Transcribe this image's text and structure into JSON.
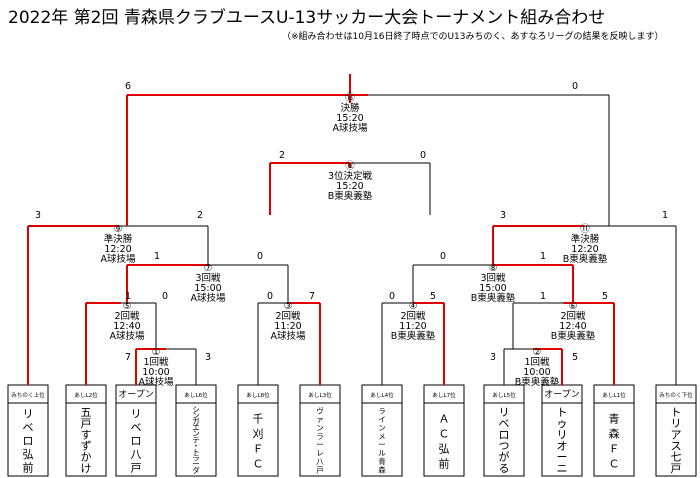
{
  "header": {
    "title": "2022年 第2回 青森県クラブユースU-13サッカー大会トーナメント組み合わせ",
    "note": "（※組み合わせは10月16日終了時点でのU13みちのく、あすなろリーグの結果を反映します）"
  },
  "teams": [
    {
      "seed": "みちのく上位",
      "name": "リベロ弘前"
    },
    {
      "seed": "あしL2位",
      "name": "五戸すずかけ"
    },
    {
      "seed": "オープン",
      "name": "リベロ八戸"
    },
    {
      "seed": "あしL6位",
      "name": "シンガエンテ・トラーダ"
    },
    {
      "seed": "あしL8位",
      "name": "千刈ＦＣ"
    },
    {
      "seed": "あしL3位",
      "name": "ヴァンラーレ八戸"
    },
    {
      "seed": "あしL4位",
      "name": "ラインメール青森"
    },
    {
      "seed": "あしL7位",
      "name": "ＡＣ弘前"
    },
    {
      "seed": "あしL5位",
      "name": "リベロつがる"
    },
    {
      "seed": "オープン",
      "name": "トゥリオーニ"
    },
    {
      "seed": "あしL1位",
      "name": "青森ＦＣ"
    },
    {
      "seed": "みちのく下位",
      "name": "トリアス七戸"
    }
  ],
  "matches": {
    "m1": {
      "no": "①",
      "round": "1回戦",
      "time": "10:00",
      "venue": "A球技場"
    },
    "m2": {
      "no": "②",
      "round": "1回戦",
      "time": "10:00",
      "venue": "B東奥義塾"
    },
    "m3": {
      "no": "③",
      "round": "2回戦",
      "time": "11:20",
      "venue": "A球技場"
    },
    "m4": {
      "no": "④",
      "round": "2回戦",
      "time": "11:20",
      "venue": "B東奥義塾"
    },
    "m5": {
      "no": "⑤",
      "round": "2回戦",
      "time": "12:40",
      "venue": "A球技場"
    },
    "m6": {
      "no": "⑥",
      "round": "2回戦",
      "time": "12:40",
      "venue": "B東奥義塾"
    },
    "m7": {
      "no": "⑦",
      "round": "3回戦",
      "time": "15:00",
      "venue": "A球技場"
    },
    "m8": {
      "no": "⑧",
      "round": "3回戦",
      "time": "15:00",
      "venue": "B東奥義塾"
    },
    "m9": {
      "no": "⑨",
      "round": "準決勝",
      "time": "12:20",
      "venue": "A球技場"
    },
    "m11": {
      "no": "⑪",
      "round": "準決勝",
      "time": "12:20",
      "venue": "B東奥義塾"
    },
    "m12": {
      "no": "⑫",
      "round": "3位決定戦",
      "time": "15:20",
      "venue": "B東奥義塾"
    },
    "m13": {
      "no": "⑬",
      "round": "決勝",
      "time": "15:20",
      "venue": "A球技場"
    }
  },
  "scores": {
    "m1": [
      "7",
      "3"
    ],
    "m2": [
      "3",
      "5"
    ],
    "m3": [
      "0",
      "7"
    ],
    "m4": [
      "0",
      "5"
    ],
    "m5": [
      "1",
      "0"
    ],
    "m6": [
      "1",
      "5"
    ],
    "m7": [
      "1",
      "0"
    ],
    "m8": [
      "0",
      "1"
    ],
    "m9": [
      "3",
      "2"
    ],
    "m11": [
      "3",
      "1"
    ],
    "m12": [
      "2",
      "0"
    ],
    "m13": [
      "6",
      "0"
    ]
  },
  "colors": {
    "winner_line": "#e00000",
    "line": "#000000",
    "box_border": "#000000"
  }
}
